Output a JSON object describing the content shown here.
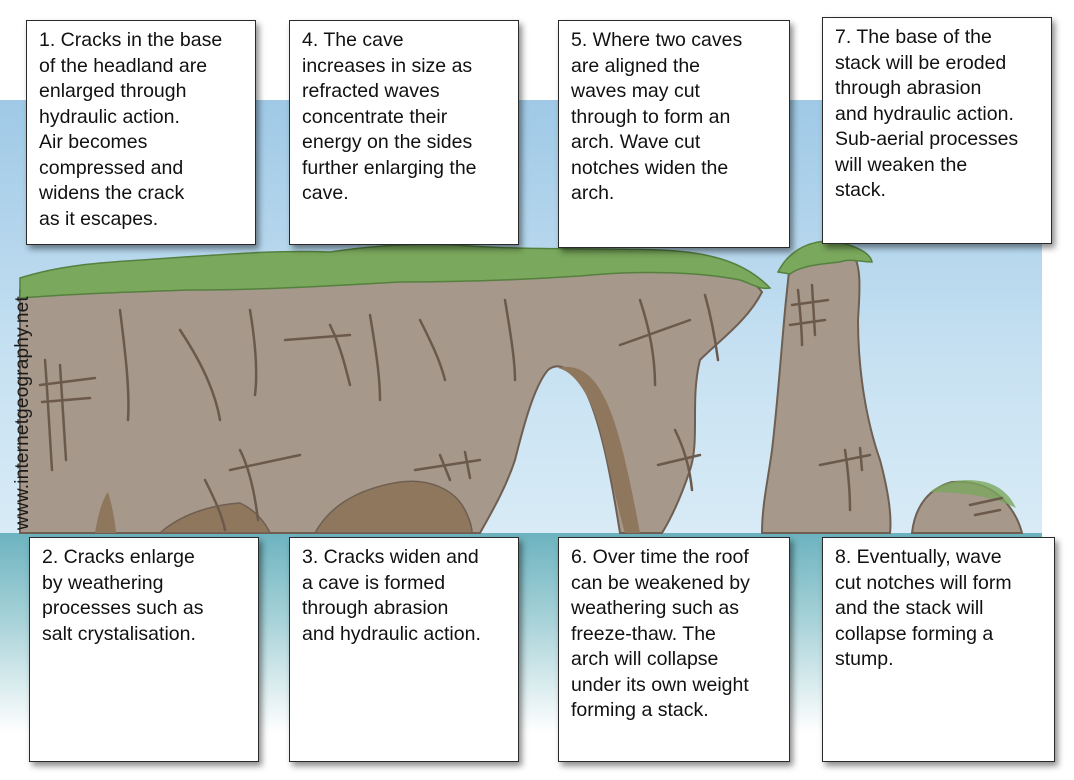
{
  "watermark": "www.internetgeography.net",
  "colors": {
    "sky": "#bcd9ec",
    "sea": "#7fbdc6",
    "rock": "#a6988a",
    "rock_shadow": "#8f775e",
    "grass": "#7aa85c",
    "crack": "#6b5a4c"
  },
  "boxes": {
    "step1": "1. Cracks in the base\nof the headland are\nenlarged through\nhydraulic action.\nAir becomes\ncompressed and\nwidens the crack\nas it escapes.",
    "step2": "2. Cracks enlarge\nby weathering\nprocesses such as\nsalt crystalisation.",
    "step3": "3. Cracks widen and\na cave is formed\nthrough abrasion\nand hydraulic action.",
    "step4": "4. The cave\nincreases in size as\nrefracted waves\nconcentrate their\nenergy on the sides\nfurther enlarging the\ncave.",
    "step5": "5. Where two caves\nare aligned the\nwaves may cut\nthrough to form an\narch. Wave cut\nnotches widen the\narch.",
    "step6": "6. Over time the roof\ncan be weakened by\nweathering such as\nfreeze-thaw. The\narch will collapse\nunder its own weight\nforming a stack.",
    "step7": "7. The base of the\nstack will be eroded\nthrough abrasion\nand hydraulic action.\nSub-aerial processes\nwill weaken the\nstack.",
    "step8": "8. Eventually, wave\ncut notches will form\nand the stack will\ncollapse forming a\nstump."
  }
}
